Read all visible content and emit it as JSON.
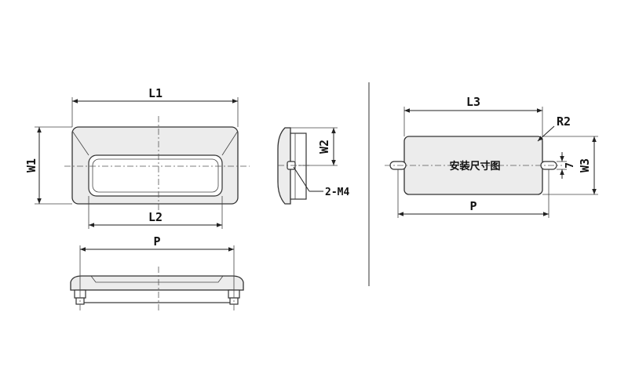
{
  "labels": {
    "l1": "L1",
    "l2": "L2",
    "w1": "W1",
    "w2": "W2",
    "thread": "2-M4",
    "p_bottom": "P",
    "l3": "L3",
    "r2": "R2",
    "w3": "W3",
    "seven": "7",
    "p_right": "P",
    "install_size": "安装尺寸图"
  }
}
